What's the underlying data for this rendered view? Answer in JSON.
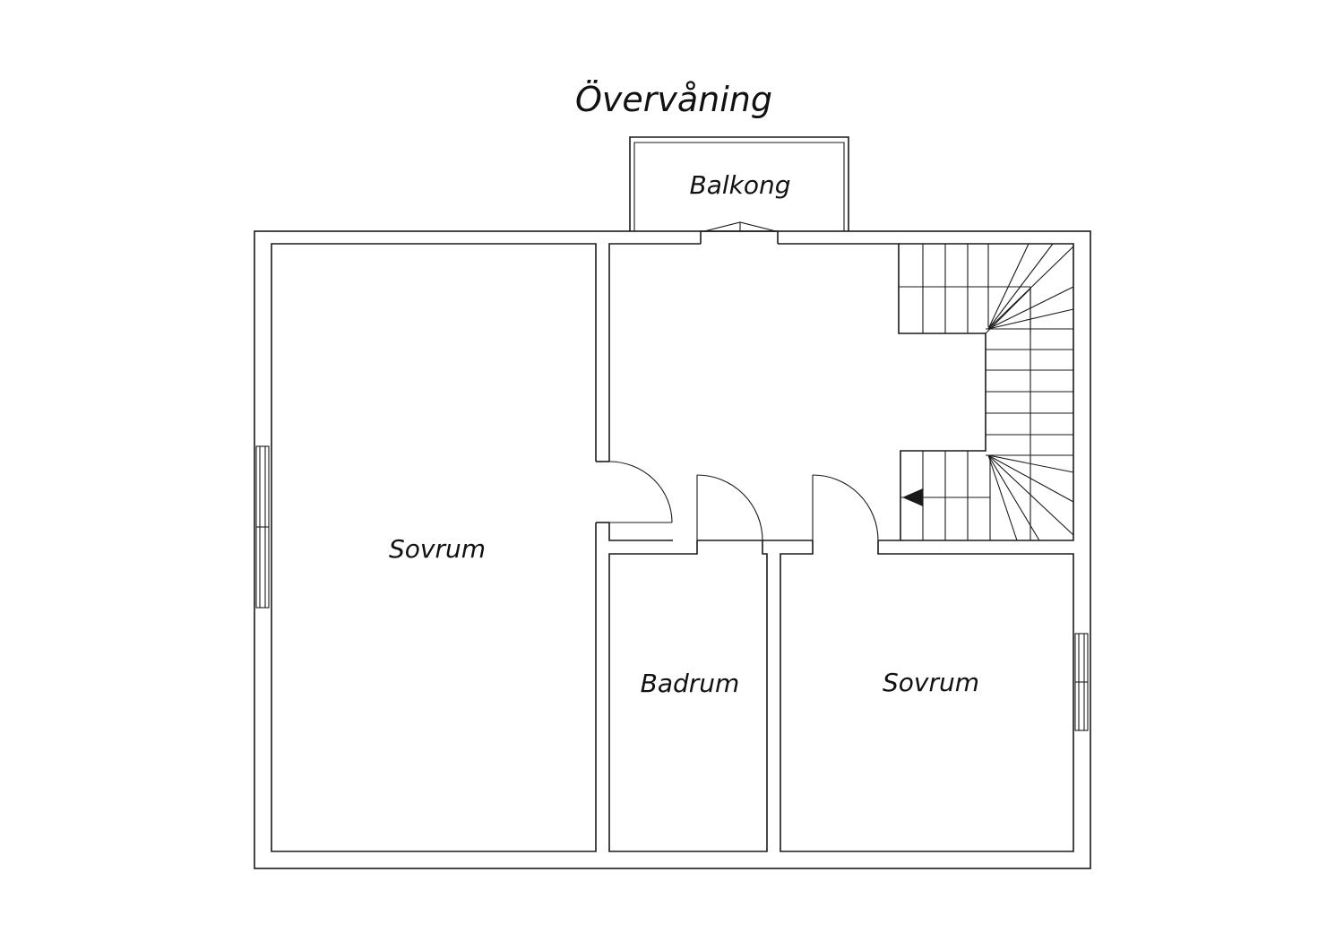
{
  "plan": {
    "title": "Övervåning",
    "rooms": {
      "balcony": "Balkong",
      "bedroom_large": "Sovrum",
      "bathroom": "Badrum",
      "bedroom_small": "Sovrum"
    }
  },
  "colors": {
    "line": "#1a1a1a",
    "background": "#ffffff",
    "text": "#111111"
  }
}
